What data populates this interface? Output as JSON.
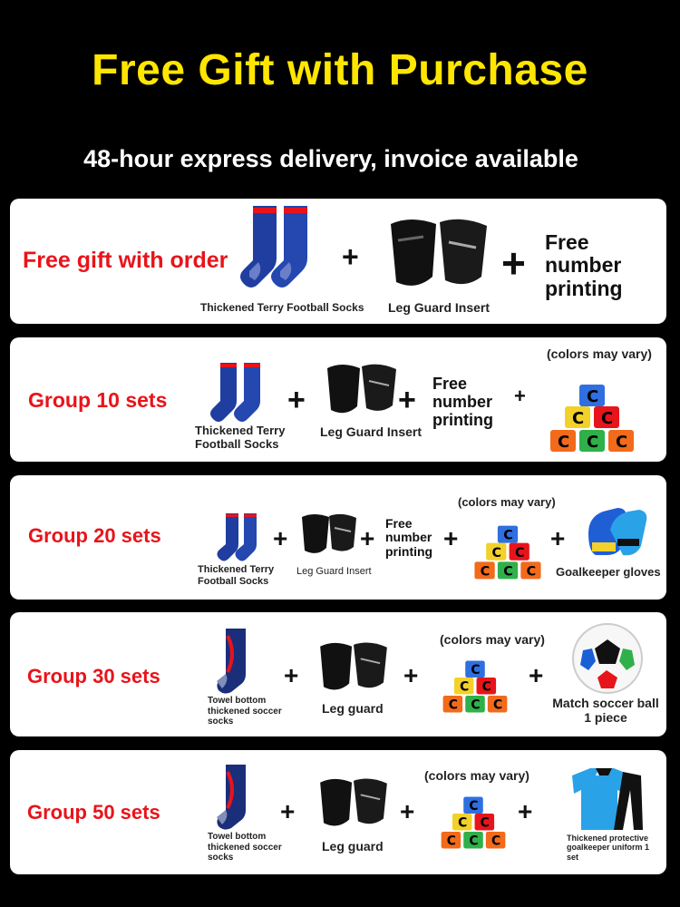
{
  "header": {
    "title": "Free Gift with Purchase",
    "subtitle": "48-hour express delivery, invoice available"
  },
  "colors": {
    "accent_yellow": "#ffe600",
    "accent_red": "#e8141b",
    "sock_blue": "#1f3ea0"
  },
  "cards": [
    {
      "label": "Free gift with order",
      "socks_caption": "Thickened Terry Football Socks",
      "guard_caption": "Leg Guard Insert",
      "plus": "+",
      "free_line1": "Free",
      "free_line2": "number",
      "free_line3": "printing"
    },
    {
      "label": "Group 10 sets",
      "socks_caption_1": "Thickened Terry",
      "socks_caption_2": "Football Socks",
      "guard_caption": "Leg Guard Insert",
      "plus": "+",
      "free_line1": "Free",
      "free_line2": "number",
      "free_line3": "printing",
      "note": "(colors may vary)"
    },
    {
      "label": "Group 20 sets",
      "socks_caption_1": "Thickened Terry",
      "socks_caption_2": "Football Socks",
      "guard_caption": "Leg Guard Insert",
      "plus": "+",
      "free_line1": "Free",
      "free_line2": "number",
      "free_line3": "printing",
      "note": "(colors may vary)",
      "gloves_caption": "Goalkeeper gloves"
    },
    {
      "label": "Group 30 sets",
      "socks_caption_1": "Towel bottom",
      "socks_caption_2": "thickened soccer",
      "socks_caption_3": "socks",
      "guard_caption": "Leg guard",
      "plus": "+",
      "note": "(colors may vary)",
      "ball_caption_1": "Match soccer ball",
      "ball_caption_2": "1 piece"
    },
    {
      "label": "Group 50 sets",
      "socks_caption_1": "Towel bottom",
      "socks_caption_2": "thickened soccer",
      "socks_caption_3": "socks",
      "guard_caption": "Leg guard",
      "plus": "+",
      "note": "(colors may vary)",
      "uniform_caption_1": "Thickened protective",
      "uniform_caption_2": "goalkeeper uniform 1",
      "uniform_caption_3": "set"
    }
  ],
  "icons": [
    "sock-pair-icon",
    "shin-guard-icon",
    "captain-armband-icon",
    "goalkeeper-gloves-icon",
    "soccer-ball-icon",
    "goalkeeper-uniform-icon"
  ]
}
